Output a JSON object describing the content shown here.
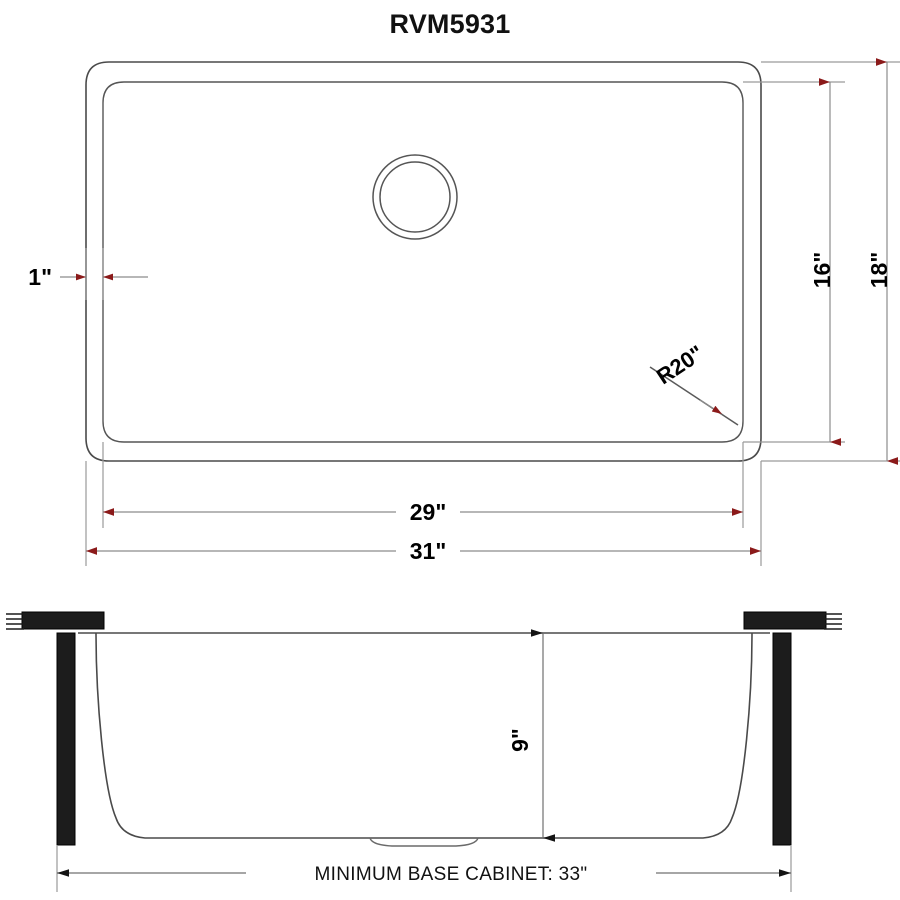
{
  "sheet": {
    "title": "RVM5931",
    "background_color": "#ffffff",
    "line_color": "#4a4a4a",
    "dim_line_color": "#8c8c8c",
    "arrow_color_primary": "#8B1A1A",
    "arrow_color_secondary": "#111111",
    "solid_fill_color": "#1c1c1c"
  },
  "top_view": {
    "name": "top-view",
    "dimensions": {
      "left_rim_width": "1\"",
      "inner_width": "29\"",
      "outer_width": "31\"",
      "inner_depth": "16\"",
      "outer_depth": "18\"",
      "corner_radius": "R20\""
    },
    "features": {
      "drain_label": "drain-opening",
      "rim_label": "outer-rim",
      "bowl_label": "inner-bowl"
    }
  },
  "section_view": {
    "name": "section-view",
    "dimensions": {
      "bowl_depth": "9\"",
      "base_cabinet_note": "MINIMUM BASE CABINET: 33\""
    },
    "features": {
      "countertop_label": "countertop-slab",
      "cabinet_label": "cabinet-wall",
      "basin_label": "basin-profile"
    }
  },
  "chart_data": {
    "type": "table",
    "title": "RVM5931",
    "categories": [
      "Outer width",
      "Inner width",
      "Outer depth",
      "Inner depth",
      "Rim width",
      "Corner radius",
      "Bowl depth",
      "Minimum base cabinet"
    ],
    "values": [
      31,
      29,
      18,
      16,
      1,
      20,
      9,
      33
    ],
    "labels": [
      "31\"",
      "29\"",
      "18\"",
      "16\"",
      "1\"",
      "R20\"",
      "9\"",
      "33\""
    ],
    "units": "inches",
    "xlabel": "",
    "ylabel": ""
  }
}
